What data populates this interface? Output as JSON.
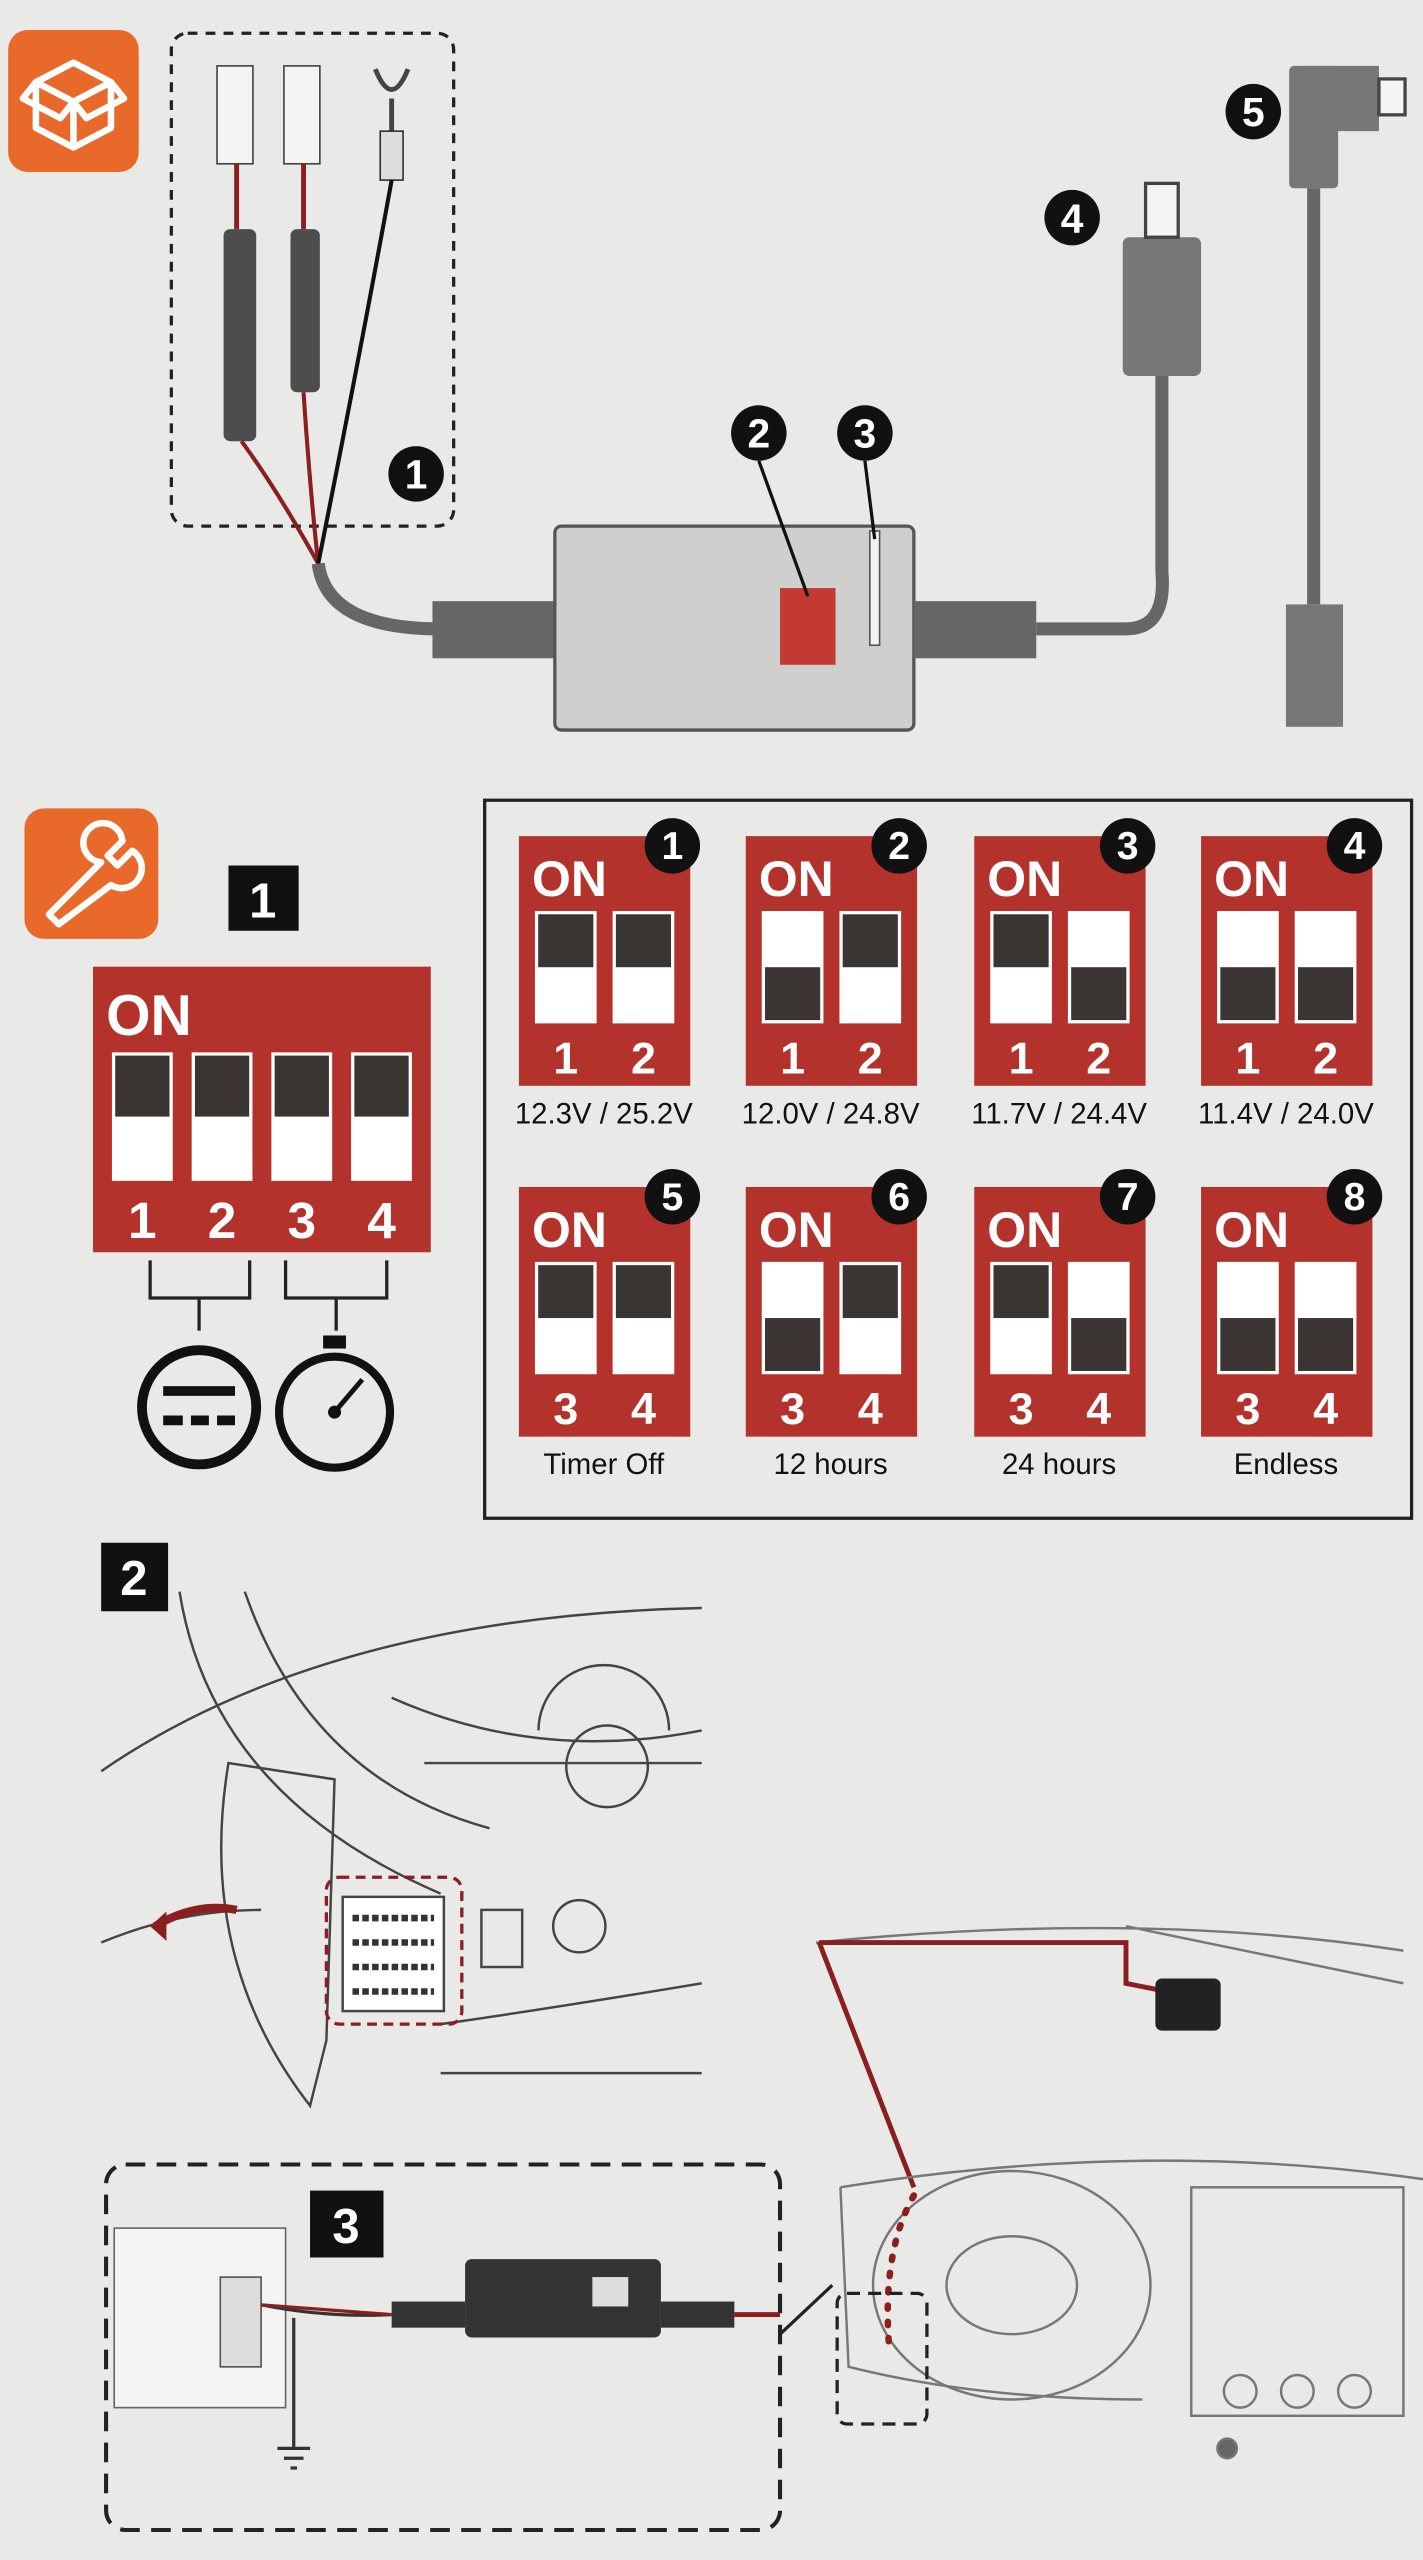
{
  "colors": {
    "accent_orange": "#e8692a",
    "switch_red": "#b3332c",
    "switch_dark": "#3a3433",
    "paper": "#e9e9e7",
    "wire_red": "#8b1e1e"
  },
  "contents": {
    "icon": "box-icon",
    "callouts": [
      "1",
      "2",
      "3",
      "4",
      "5"
    ]
  },
  "settings": {
    "icon": "wrench-icon",
    "step1": "1",
    "main_switch": {
      "on_label": "ON",
      "numbers": [
        "1",
        "2",
        "3",
        "4"
      ],
      "states": [
        "on",
        "on",
        "on",
        "on"
      ]
    },
    "group_icons": [
      "dc-voltage-icon",
      "stopwatch-icon"
    ],
    "configs": [
      {
        "index": "1",
        "on_label": "ON",
        "numbers": [
          "1",
          "2"
        ],
        "states": [
          "on",
          "on"
        ],
        "caption": "12.3V / 25.2V"
      },
      {
        "index": "2",
        "on_label": "ON",
        "numbers": [
          "1",
          "2"
        ],
        "states": [
          "off",
          "on"
        ],
        "caption": "12.0V / 24.8V"
      },
      {
        "index": "3",
        "on_label": "ON",
        "numbers": [
          "1",
          "2"
        ],
        "states": [
          "on",
          "off"
        ],
        "caption": "11.7V / 24.4V"
      },
      {
        "index": "4",
        "on_label": "ON",
        "numbers": [
          "1",
          "2"
        ],
        "states": [
          "off",
          "off"
        ],
        "caption": "11.4V / 24.0V"
      },
      {
        "index": "5",
        "on_label": "ON",
        "numbers": [
          "3",
          "4"
        ],
        "states": [
          "on",
          "on"
        ],
        "caption": "Timer Off"
      },
      {
        "index": "6",
        "on_label": "ON",
        "numbers": [
          "3",
          "4"
        ],
        "states": [
          "off",
          "on"
        ],
        "caption": "12 hours"
      },
      {
        "index": "7",
        "on_label": "ON",
        "numbers": [
          "3",
          "4"
        ],
        "states": [
          "on",
          "off"
        ],
        "caption": "24 hours"
      },
      {
        "index": "8",
        "on_label": "ON",
        "numbers": [
          "3",
          "4"
        ],
        "states": [
          "off",
          "off"
        ],
        "caption": "Endless"
      }
    ]
  },
  "install": {
    "step2": "2",
    "step3": "3"
  }
}
